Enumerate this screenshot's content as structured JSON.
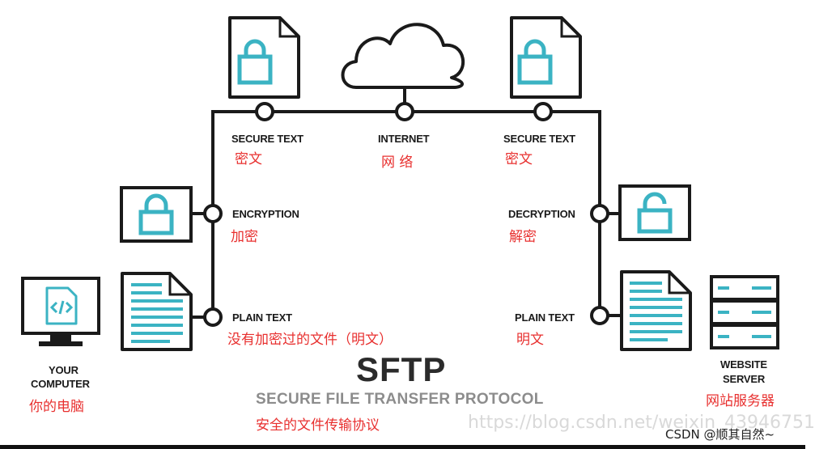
{
  "diagram": {
    "title": "SFTP",
    "subtitle": "SECURE FILE TRANSFER PROTOCOL",
    "subtitle_cn": "安全的文件传输协议",
    "nodes": {
      "secure_text_left": {
        "label": "SECURE TEXT",
        "cn": "密文"
      },
      "internet": {
        "label": "INTERNET",
        "cn": "网 络"
      },
      "secure_text_right": {
        "label": "SECURE TEXT",
        "cn": "密文"
      },
      "encryption": {
        "label": "ENCRYPTION",
        "cn": "加密"
      },
      "decryption": {
        "label": "DECRYPTION",
        "cn": "解密"
      },
      "plain_text_left": {
        "label": "PLAIN TEXT",
        "cn": "没有加密过的文件（明文）"
      },
      "plain_text_right": {
        "label": "PLAIN TEXT",
        "cn": "明文"
      },
      "your_computer": {
        "label_line1": "YOUR",
        "label_line2": "COMPUTER",
        "cn": "你的电脑"
      },
      "website_server": {
        "label_line1": "WEBSITE",
        "label_line2": "SERVER",
        "cn": "网站服务器"
      }
    },
    "icons": [
      "cloud-icon",
      "locked-document-icon",
      "padlock-icon",
      "unlocked-padlock-icon",
      "text-document-icon",
      "computer-icon",
      "server-icon"
    ]
  },
  "watermark": "https://blog.csdn.net/weixin_43946751",
  "credit": "CSDN @顺其自然~",
  "colors": {
    "accent": "#3bb3c3",
    "line": "#1a1a1a",
    "red": "#e8302f"
  }
}
